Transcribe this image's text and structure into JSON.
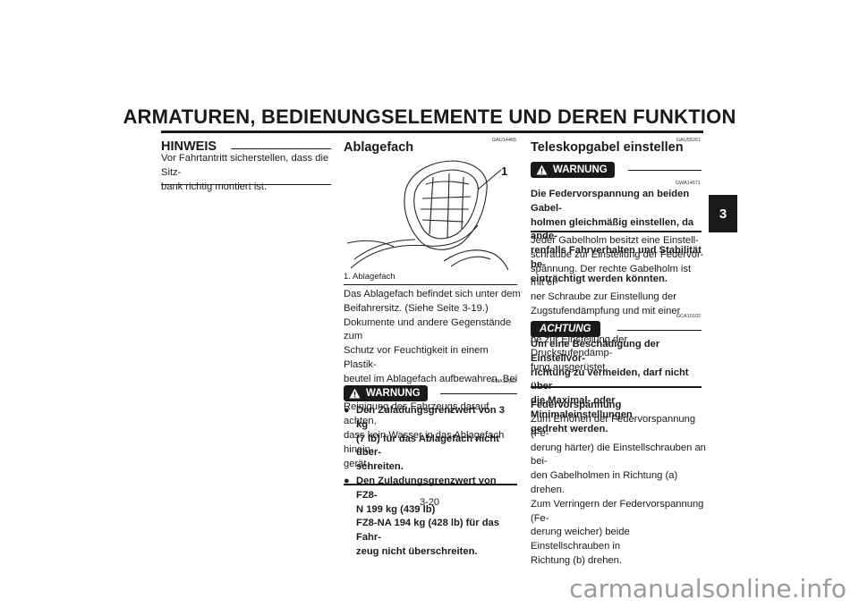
{
  "header": {
    "title": "ARMATUREN, BEDIENUNGSELEMENTE UND DEREN FUNKTION",
    "chapter_tab": "3"
  },
  "col1": {
    "hinweis_title": "HINWEIS",
    "hinweis_lines": [
      "Vor Fahrtantritt sicherstellen, dass die Sitz-",
      "bank richtig montiert ist."
    ]
  },
  "col2": {
    "code": "GAU14465",
    "title": "Ablagefach",
    "callout": "1",
    "caption": "1. Ablagefach",
    "body_lines": [
      "Das Ablagefach befindet sich unter dem",
      "Beifahrersitz. (Siehe Seite 3-19.)",
      "Dokumente und andere Gegenstände zum",
      "Schutz vor Feuchtigkeit in einem Plastik-",
      "beutel im Ablagefach aufbewahren. Bei der",
      "Reinigung des Fahrzeugs darauf achten,",
      "dass kein Wasser in das Ablagefach hinein-",
      "gerät."
    ],
    "warn_label": "WARNUNG",
    "warn_code": "GWA10962",
    "bullet1": [
      "Den Zuladungsgrenzwert von 3 kg",
      "(7 lb) für das Ablagefach nicht über-",
      "schreiten."
    ],
    "bullet2": [
      "Den Zuladungsgrenzwert von FZ8-",
      "N 199 kg (439 lb)",
      "FZ8-NA 194 kg (428 lb) für das Fahr-",
      "zeug nicht überschreiten."
    ]
  },
  "col3": {
    "code": "GAU55261",
    "title": "Teleskopgabel einstellen",
    "warn_label": "WARNUNG",
    "warn_code": "GWA14671",
    "warn_lines": [
      "Die Federvorspannung an beiden Gabel-",
      "holmen gleichmäßig einstellen, da ande-",
      "renfalls Fahrverhalten und Stabilität be-",
      "einträchtigt werden könnten."
    ],
    "body_lines": [
      "Jeder Gabelholm besitzt eine Einstell-",
      "schraube zur Einstellung der Federvor-",
      "spannung. Der rechte Gabelholm ist mit ei-",
      "ner Schraube zur Einstellung der",
      "Zugstufendämpfung und mit einer Schrau-",
      "be zur Einstellung der Druckstufendämp-",
      "fung ausgerüstet."
    ],
    "caution_label": "ACHTUNG",
    "caution_code": "GCA10102",
    "caution_lines": [
      "Um eine Beschädigung der Einstellvor-",
      "richtung zu vermeiden, darf nicht über",
      "die Maximal- oder Minimaleinstellungen",
      "gedreht werden."
    ],
    "sub_title": "Federvorspannung",
    "sub_lines": [
      "Zum Erhöhen der Federvorspannung (Fe-",
      "derung härter) die Einstellschrauben an bei-",
      "den Gabelholmen in Richtung (a) drehen.",
      "Zum Verringern der Federvorspannung (Fe-",
      "derung weicher) beide Einstellschrauben in",
      "Richtung (b) drehen."
    ]
  },
  "footer": {
    "page_number": "3-20",
    "watermark": "carmanualsonline.info"
  }
}
